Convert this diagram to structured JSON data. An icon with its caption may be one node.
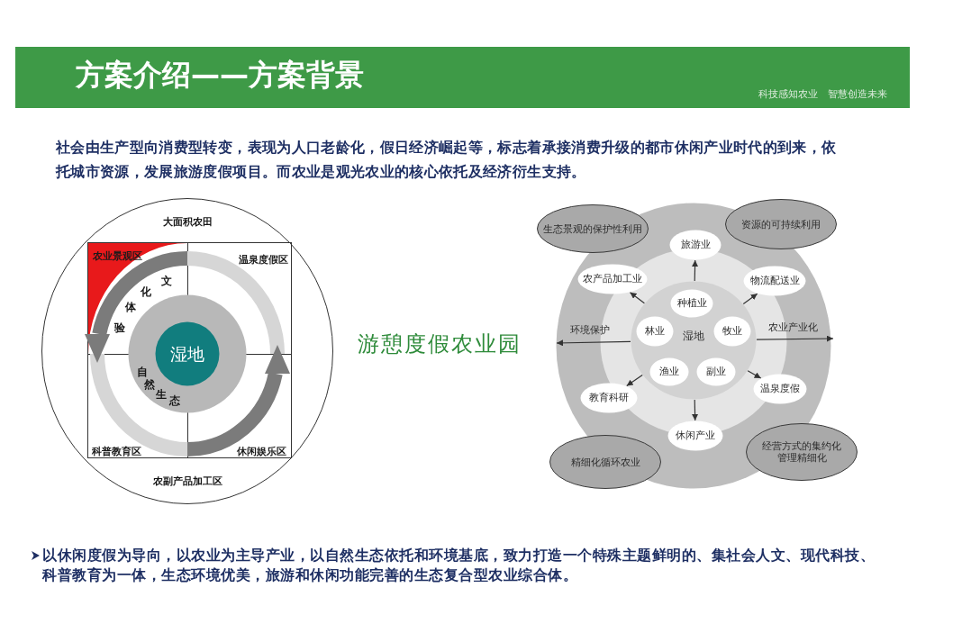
{
  "diagram": {
    "title": "方案介绍——方案背景",
    "nodes": [
      {
        "text": [
          "大面积农田",
          "农副产品加工区"
        ]
      },
      {
        "text": [
          "农业景观区",
          "温泉度假区",
          "科普教育区",
          "休闲娱乐区"
        ],
        "in": 0
      },
      {
        "text": [
          "自然生态"
        ],
        "in": 1
      },
      {
        "text": [
          "湿地"
        ],
        "in": 2
      },
      {
        "text": [],
        "shape": "circle"
      },
      {
        "text": [
          "生态景观的保护性利用"
        ]
      },
      {
        "text": [
          "资源的可持续利用"
        ]
      },
      {
        "text": [
          "旅游业"
        ],
        "in": 4
      },
      {
        "text": [
          "农产品加工业"
        ],
        "in": 4
      },
      {
        "text": [
          "物流配送业"
        ],
        "in": 4
      },
      {
        "text": [],
        "shape": "circle",
        "in": 4
      },
      {
        "text": [
          "湿地"
        ],
        "in": 10
      },
      {
        "text": [
          "种植业"
        ],
        "in": 11
      },
      {
        "text": [
          "林业"
        ],
        "in": 11
      },
      {
        "text": [
          "牧业"
        ],
        "in": 11
      },
      {
        "text": [
          "渔业"
        ],
        "in": 11
      },
      {
        "text": [
          "副业"
        ],
        "in": 11
      },
      {
        "text": [
          "教育科研"
        ],
        "in": 4
      },
      {
        "text": [
          "温泉度假"
        ],
        "in": 4
      },
      {
        "text": [
          "休闲产业"
        ],
        "in": 4
      },
      {
        "text": [
          "精细化循环农业"
        ]
      },
      {
        "text": [
          "经营方式的集约化管理精细化"
        ]
      }
    ],
    "edges": [
      {
        "from": 11,
        "to": 7,
        "arrow": "to"
      },
      {
        "from": 11,
        "to": 8,
        "arrow": "to"
      },
      {
        "from": 11,
        "to": 9,
        "arrow": "to"
      },
      {
        "from": 11,
        "to": null,
        "arrow": "to",
        "label": "环境保护"
      },
      {
        "from": 11,
        "to": null,
        "arrow": "to",
        "label": "农业产业化"
      },
      {
        "from": 11,
        "to": 17,
        "arrow": "to"
      },
      {
        "from": 11,
        "to": 18,
        "arrow": "to"
      },
      {
        "from": 11,
        "to": 19,
        "arrow": "to"
      }
    ],
    "labels": [
      "科技感知农业",
      "智慧创造未来",
      "社会由生产型向消费型转变，表现为人口老龄化，假日经济崛起等，标志着承接消费升级的都市休闲产业时代的到来，依托城市资源，发展旅游度假项目。而农业是观光农业的核心依托及经济衍生支持。",
      "文化体验",
      "游憩度假农业园",
      "以休闲度假为导向，以农业为主导产业，以自然生态依托和环境基底，致力打造一个特殊主题鲜明的、集社会人文、现代科技、科普教育为一体，生态环境优美，旅游和休闲功能完善的生态复合型农业综合体。"
    ]
  }
}
